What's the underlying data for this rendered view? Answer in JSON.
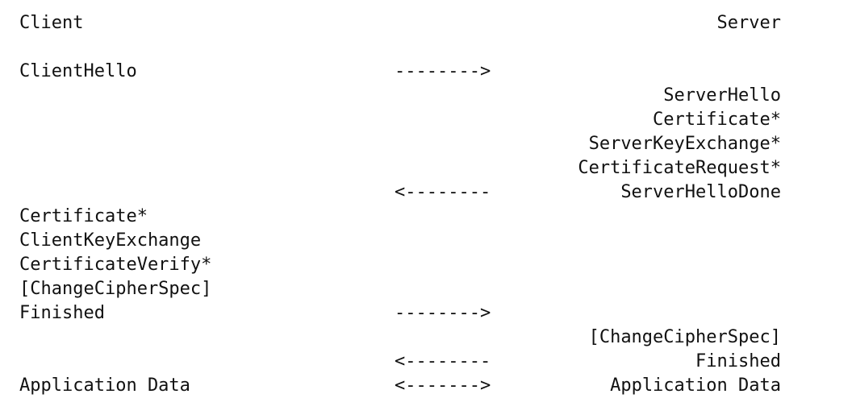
{
  "header": {
    "client_label": "Client",
    "server_label": "Server"
  },
  "rows": [
    {
      "client": "",
      "arrow": "",
      "server": ""
    },
    {
      "client": "ClientHello",
      "arrow": "-------->",
      "server": ""
    },
    {
      "client": "",
      "arrow": "",
      "server": "ServerHello"
    },
    {
      "client": "",
      "arrow": "",
      "server": "Certificate*"
    },
    {
      "client": "",
      "arrow": "",
      "server": "ServerKeyExchange*"
    },
    {
      "client": "",
      "arrow": "",
      "server": "CertificateRequest*"
    },
    {
      "client": "",
      "arrow": "<--------",
      "server": "ServerHelloDone"
    },
    {
      "client": "Certificate*",
      "arrow": "",
      "server": ""
    },
    {
      "client": "ClientKeyExchange",
      "arrow": "",
      "server": ""
    },
    {
      "client": "CertificateVerify*",
      "arrow": "",
      "server": ""
    },
    {
      "client": "[ChangeCipherSpec]",
      "arrow": "",
      "server": ""
    },
    {
      "client": "Finished",
      "arrow": "-------->",
      "server": ""
    },
    {
      "client": "",
      "arrow": "",
      "server": "[ChangeCipherSpec]"
    },
    {
      "client": "",
      "arrow": "<--------",
      "server": "Finished"
    },
    {
      "client": "Application Data",
      "arrow": "<------->",
      "server": "Application Data"
    }
  ]
}
